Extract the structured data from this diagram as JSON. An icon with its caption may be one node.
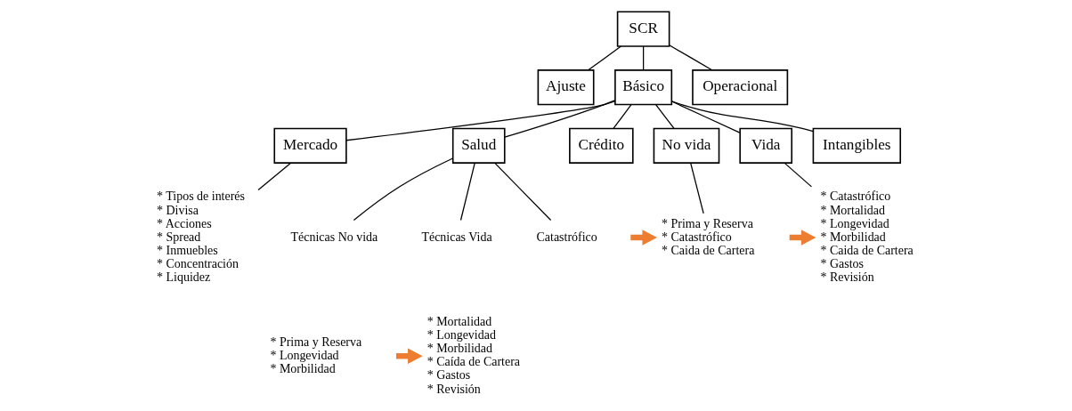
{
  "diagram": {
    "nodes": [
      {
        "text": [
          "SCR"
        ]
      },
      {
        "text": [
          "Ajuste"
        ]
      },
      {
        "text": [
          "Básico"
        ]
      },
      {
        "text": [
          "Operacional"
        ]
      },
      {
        "text": [
          "Mercado"
        ]
      },
      {
        "text": [
          "Salud"
        ]
      },
      {
        "text": [
          "Crédito"
        ]
      },
      {
        "text": [
          "No vida"
        ]
      },
      {
        "text": [
          "Vida"
        ]
      },
      {
        "text": [
          "Intangibles"
        ]
      },
      {
        "text": [
          "Técnicas Vida"
        ]
      },
      {
        "text": [
          "Catastrófico"
        ]
      },
      {
        "text": [
          "Técnicas No vida"
        ]
      },
      {
        "text": [
          "* Tipos de interés",
          "* Divisa",
          "* Acciones",
          "* Spread",
          "* Inmuebles",
          "* Concentración",
          "* Liquidez"
        ]
      },
      {
        "text": [
          "* Mortalidad",
          "* Longevidad",
          "* Morbilidad",
          "* Caída de Cartera",
          "* Gastos",
          "* Revisión"
        ]
      },
      {
        "text": [
          "* Prima y Reserva",
          "* Longevidad",
          "* Morbilidad"
        ]
      },
      {
        "text": [
          "* Prima y Reserva",
          "* Catastrófico",
          "* Caida de Cartera"
        ]
      },
      {
        "text": [
          "* Catastrófico",
          "* Mortalidad",
          "* Longevidad",
          "* Morbilidad",
          "* Caida de Cartera",
          "* Gastos",
          "* Revisión"
        ]
      }
    ],
    "edges": [
      {
        "from": 0,
        "to": 1,
        "arrow": "none"
      },
      {
        "from": 0,
        "to": 2,
        "arrow": "none"
      },
      {
        "from": 0,
        "to": 3,
        "arrow": "none"
      },
      {
        "from": 2,
        "to": 4,
        "arrow": "none"
      },
      {
        "from": 2,
        "to": 5,
        "arrow": "none"
      },
      {
        "from": 2,
        "to": 6,
        "arrow": "none"
      },
      {
        "from": 2,
        "to": 7,
        "arrow": "none"
      },
      {
        "from": 2,
        "to": 8,
        "arrow": "none"
      },
      {
        "from": 2,
        "to": 9,
        "arrow": "none"
      },
      {
        "from": 5,
        "to": 10,
        "arrow": "none"
      },
      {
        "from": 5,
        "to": 11,
        "arrow": "none"
      },
      {
        "from": 5,
        "to": 12,
        "arrow": "none"
      },
      {
        "from": 4,
        "to": 13,
        "arrow": "none"
      },
      {
        "from": 7,
        "to": 16,
        "arrow": "none"
      },
      {
        "from": 8,
        "to": 17,
        "arrow": "none"
      },
      {
        "from": null,
        "to": 14,
        "arrow": "to",
        "style": "thick",
        "color": "#ed7d31"
      },
      {
        "from": null,
        "to": 16,
        "arrow": "to",
        "style": "thick",
        "color": "#ed7d31"
      },
      {
        "from": null,
        "to": 17,
        "arrow": "to",
        "style": "thick",
        "color": "#ed7d31"
      }
    ]
  }
}
